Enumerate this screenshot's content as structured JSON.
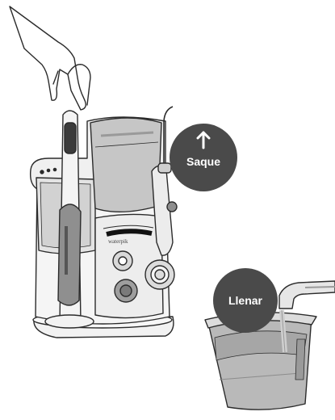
{
  "badges": {
    "remove": {
      "label": "Saque",
      "icon": "arrow-up-icon"
    },
    "fill": {
      "label": "Llenar"
    }
  },
  "device": {
    "brand": "waterpik"
  },
  "colors": {
    "badge": "#4a4a4a",
    "reservoir_gray": "#b9b9b9",
    "water_gray": "#a6a6a6",
    "line": "#2b2b2b"
  }
}
